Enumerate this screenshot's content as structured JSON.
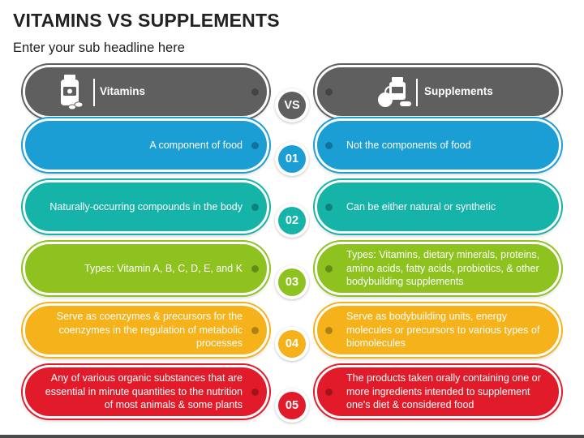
{
  "title": "VITAMINS VS SUPPLEMENTS",
  "subtitle": "Enter your sub headline here",
  "header": {
    "left_label": "Vitamins",
    "right_label": "Supplements",
    "badge": "VS",
    "color": "#5f5f5f",
    "left_icon": "vitamin-bottle-icon",
    "right_icon": "supplements-icon"
  },
  "rows": [
    {
      "number": "01",
      "color": "#1a9ed4",
      "left": "A component of food",
      "right": "Not the components of food"
    },
    {
      "number": "02",
      "color": "#15b3a8",
      "left": "Naturally-occurring compounds in the body",
      "right": "Can be either natural or synthetic"
    },
    {
      "number": "03",
      "color": "#8dc21f",
      "left": "Types: Vitamin A, B, C, D, E, and K",
      "right": "Types: Vitamins, dietary minerals, proteins, amino acids, fatty acids, probiotics, & other bodybuilding supplements"
    },
    {
      "number": "04",
      "color": "#f5b21a",
      "left": "Serve as coenzymes & precursors for the coenzymes in the regulation of metabolic processes",
      "right": "Serve as bodybuilding units, energy molecules or precursors to various types of biomolecules"
    },
    {
      "number": "05",
      "color": "#e11b2a",
      "left": "Any of various organic substances that are essential in minute quantities to the nutrition of most animals & some plants",
      "right": "The products taken orally containing one or more ingredients intended to supplement one's diet & considered food"
    }
  ]
}
